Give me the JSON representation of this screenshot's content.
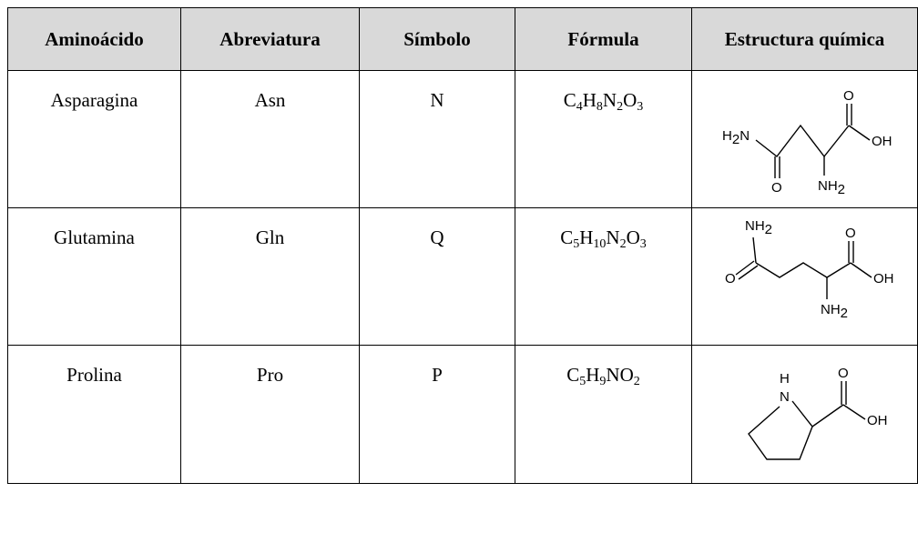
{
  "headers": {
    "aminoacido": "Aminoácido",
    "abreviatura": "Abreviatura",
    "simbolo": "Símbolo",
    "formula": "Fórmula",
    "estructura": "Estructura química"
  },
  "rows": [
    {
      "name": "Asparagina",
      "abbr": "Asn",
      "symbol": "N",
      "formula": [
        {
          "el": "C",
          "n": "4"
        },
        {
          "el": "H",
          "n": "8"
        },
        {
          "el": "N",
          "n": "2"
        },
        {
          "el": "O",
          "n": "3"
        }
      ],
      "structure_labels": {
        "amide_n": "H",
        "amide_n_sub": "2",
        "amide_n_tail": "N",
        "amide_o": "O",
        "acid_o": "O",
        "acid_oh": "OH",
        "amine": "NH",
        "amine_sub": "2"
      }
    },
    {
      "name": "Glutamina",
      "abbr": "Gln",
      "symbol": "Q",
      "formula": [
        {
          "el": "C",
          "n": "5"
        },
        {
          "el": "H",
          "n": "10"
        },
        {
          "el": "N",
          "n": "2"
        },
        {
          "el": "O",
          "n": "3"
        }
      ],
      "structure_labels": {
        "amide_n": "NH",
        "amide_n_sub": "2",
        "amide_o": "O",
        "acid_o": "O",
        "acid_oh": "OH",
        "amine": "NH",
        "amine_sub": "2"
      }
    },
    {
      "name": "Prolina",
      "abbr": "Pro",
      "symbol": "P",
      "formula": [
        {
          "el": "C",
          "n": "5"
        },
        {
          "el": "H",
          "n": "9"
        },
        {
          "el": "N",
          "n": ""
        },
        {
          "el": "O",
          "n": "2"
        }
      ],
      "structure_labels": {
        "ring_h": "H",
        "ring_n": "N",
        "acid_o": "O",
        "acid_oh": "OH"
      }
    }
  ],
  "colors": {
    "header_bg": "#d9d9d9",
    "border": "#000000"
  }
}
